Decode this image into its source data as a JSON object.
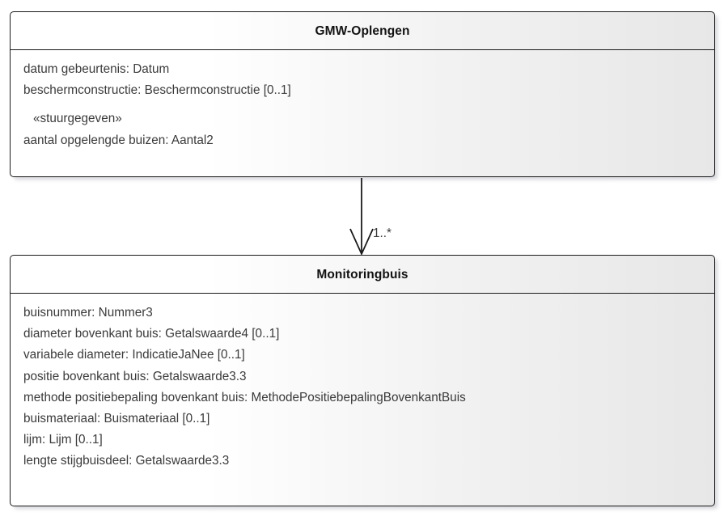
{
  "diagram": {
    "type": "uml-class-diagram",
    "background_color": "#ffffff",
    "line_color": "#1a1a1a",
    "text_color": "#3a3a3a",
    "classes": [
      {
        "id": "gmw-oplengen",
        "name": "GMW-Oplengen",
        "attributes": [
          {
            "text": "datum gebeurtenis: Datum",
            "stereotype": false
          },
          {
            "text": "beschermconstructie: Beschermconstructie [0..1]",
            "stereotype": false
          },
          {
            "text": "«stuurgegeven»",
            "stereotype": true
          },
          {
            "text": "aantal opgelengde buizen: Aantal2",
            "stereotype": false
          }
        ]
      },
      {
        "id": "monitoringbuis",
        "name": "Monitoringbuis",
        "attributes": [
          {
            "text": "buisnummer: Nummer3",
            "stereotype": false
          },
          {
            "text": "diameter bovenkant buis: Getalswaarde4 [0..1]",
            "stereotype": false
          },
          {
            "text": "variabele diameter: IndicatieJaNee [0..1]",
            "stereotype": false
          },
          {
            "text": "positie bovenkant buis: Getalswaarde3.3",
            "stereotype": false
          },
          {
            "text": "methode positiebepaling bovenkant buis: MethodePositiebepalingBovenkantBuis",
            "stereotype": false
          },
          {
            "text": "buismateriaal: Buismateriaal [0..1]",
            "stereotype": false
          },
          {
            "text": "lijm: Lijm [0..1]",
            "stereotype": false
          },
          {
            "text": "lengte stijgbuisdeel: Getalswaarde3.3",
            "stereotype": false
          }
        ]
      }
    ],
    "connector": {
      "kind": "association-directed",
      "arrowhead": "open",
      "source": "gmw-oplengen",
      "target": "monitoringbuis",
      "target_multiplicity": "1..*"
    }
  }
}
